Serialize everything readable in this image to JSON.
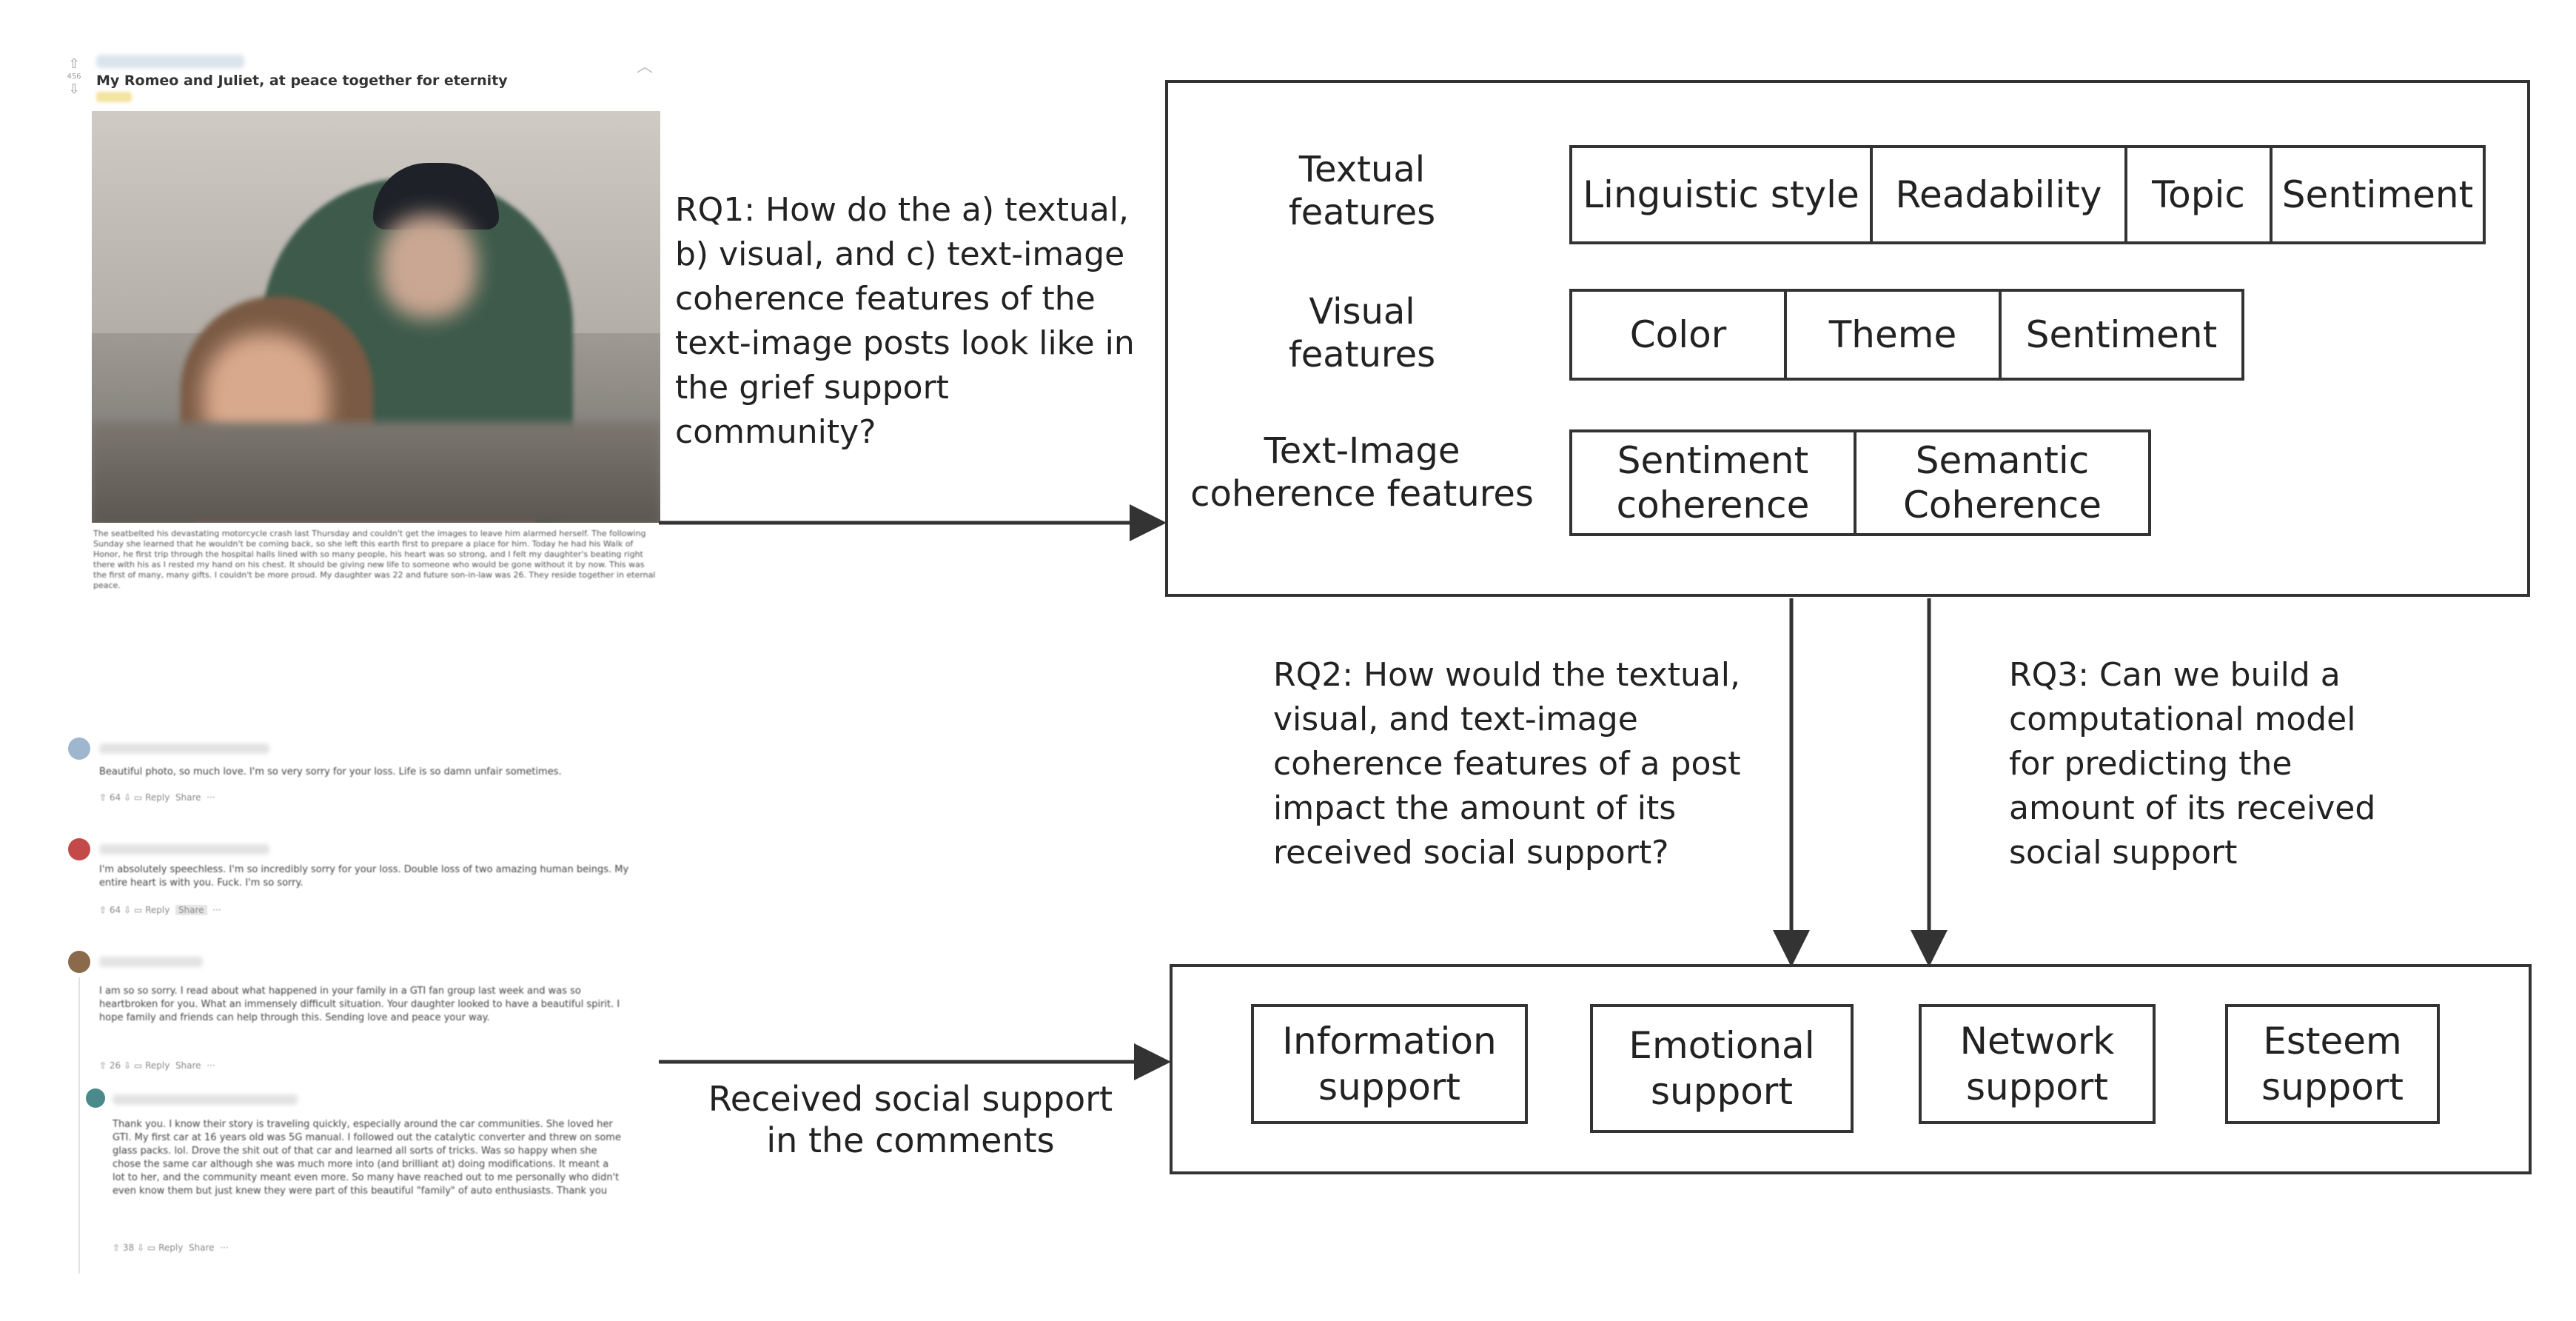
{
  "post": {
    "title": "My Romeo and Juliet, at peace together for eternity",
    "vote_up": "⇧",
    "vote_count": "456",
    "vote_down": "⇩",
    "body": "The seatbelted his devastating motorcycle crash last Thursday and couldn't get the images to leave him alarmed herself. The following Sunday she learned that he wouldn't be coming back, so she left this earth first to prepare a place for him. Today he had his Walk of Honor, he first trip through the hospital halls lined with so many people, his heart was so strong, and I felt my daughter's beating right there with his as I rested my hand on his chest. It should be giving new life to someone who would be gone without it by now. This was the first of many, many gifts. I couldn't be more proud. My daughter was 22 and future son-in-law was 26. They reside together in eternal peace."
  },
  "comments": [
    {
      "text": "Beautiful photo, so much love. I'm so very sorry for your loss. Life is so damn unfair sometimes.",
      "votes": "64",
      "reply": "Reply",
      "share": "Share",
      "more": "···",
      "avatar_color": "#9fb6cf"
    },
    {
      "text": "I'm absolutely speechless. I'm so incredibly sorry for your loss. Double loss of two amazing human beings. My entire heart is with you. Fuck. I'm so sorry.",
      "votes": "64",
      "reply": "Reply",
      "share": "Share",
      "more": "···",
      "avatar_color": "#c44a4a"
    },
    {
      "text": "I am so so sorry. I read about what happened in your family in a GTI fan group last week and was so heartbroken for you. What an immensely difficult situation. Your daughter looked to have a beautiful spirit. I hope family and friends can help through this. Sending love and peace your way.",
      "votes": "26",
      "reply": "Reply",
      "share": "Share",
      "more": "···",
      "avatar_color": "#8a6a4a"
    },
    {
      "text": "Thank you. I know their story is traveling quickly, especially around the car communities. She loved her GTI. My first car at 16 years old was 5G manual. I followed out the catalytic converter and threw on some glass packs. lol. Drove the shit out of that car and learned all sorts of tricks. Was so happy when she chose the same car although she was much more into (and brilliant at) doing modifications. It meant a lot to her, and the community meant even more. So many have reached out to me personally who didn't even know them but just knew they were part of this beautiful \"family\" of auto enthusiasts. Thank you",
      "votes": "38",
      "reply": "Reply",
      "share": "Share",
      "more": "···",
      "avatar_color": "#4a8a8a"
    }
  ],
  "rq1": [
    "RQ1: How do the a) textual,",
    "b) visual, and c) text-image",
    "coherence features of the",
    "text-image posts look like in",
    "the grief support",
    "community?"
  ],
  "rq2": [
    "RQ2: How would the textual,",
    "visual, and text-image",
    "coherence features of a post",
    "impact the amount of its",
    "received social support?"
  ],
  "rq3": [
    "RQ3: Can we build a",
    "computational model",
    "for predicting the",
    "amount of its received",
    "social support"
  ],
  "received_label": [
    "Received social support",
    "in the comments"
  ],
  "features": {
    "textual": {
      "label": [
        "Textual",
        "features"
      ],
      "cells": [
        "Linguistic style",
        "Readability",
        "Topic",
        "Sentiment"
      ]
    },
    "visual": {
      "label": [
        "Visual",
        "features"
      ],
      "cells": [
        "Color",
        "Theme",
        "Sentiment"
      ]
    },
    "coherence": {
      "label": [
        "Text-Image",
        "coherence features"
      ],
      "cells": [
        [
          "Sentiment",
          "coherence"
        ],
        [
          "Semantic",
          "Coherence"
        ]
      ]
    }
  },
  "supports": [
    [
      "Information",
      "support"
    ],
    [
      "Emotional",
      "support"
    ],
    [
      "Network",
      "support"
    ],
    [
      "Esteem",
      "support"
    ]
  ],
  "colors": {
    "line": "#333333",
    "text": "#222222"
  }
}
